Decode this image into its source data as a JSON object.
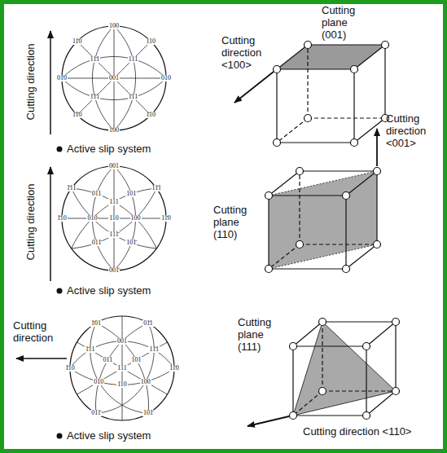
{
  "diagram": {
    "labels": [
      "Cutting direction",
      "Active slip system",
      "Cutting plane (001)",
      "Cutting direction <100>",
      "Cutting direction",
      "Active slip system",
      "Cutting direction <001>",
      "Cutting plane (110)",
      "Cutting direction",
      "Active slip system",
      "Cutting plane (111)",
      "Cutting direction <110>",
      "001",
      "100",
      "1̄00",
      "010",
      "01̄0",
      "110",
      "1̄10",
      "11̄0",
      "1̄1̄0",
      "111",
      "1̄11",
      "11̄1",
      "1̄1̄1",
      "110",
      "001",
      "001̄",
      "1̄10",
      "11̄0",
      "100",
      "010",
      "111",
      "111̄",
      "101",
      "011",
      "1̄11",
      "11̄1",
      "101̄",
      "011̄",
      "111",
      "1̄10",
      "11̄0",
      "01̄1",
      "011̄",
      "1̄01",
      "101̄",
      "100",
      "010",
      "001",
      "110",
      "101",
      "011",
      "1̄11",
      "11̄1"
    ]
  }
}
